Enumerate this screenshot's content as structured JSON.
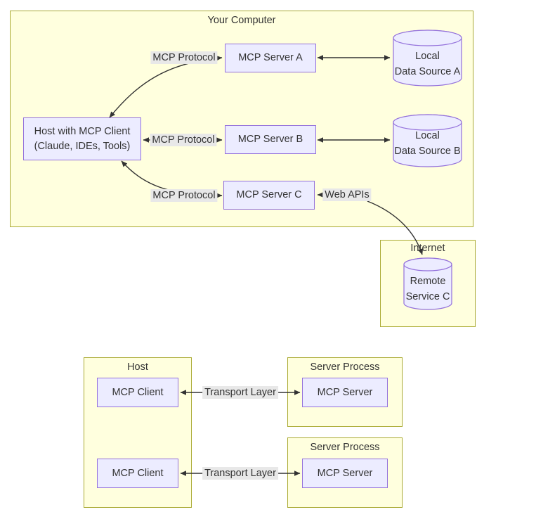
{
  "colors": {
    "container_fill": "#ffffde",
    "container_border": "#aaaa33",
    "node_fill": "#ececff",
    "node_border": "#9370db",
    "label_bg": "#e8e8e8",
    "line_color": "#333333",
    "text_color": "#333333"
  },
  "top": {
    "title": "Your Computer",
    "host": {
      "line1": "Host with MCP Client",
      "line2": "(Claude, IDEs, Tools)"
    },
    "server_a": "MCP Server A",
    "server_b": "MCP Server B",
    "server_c": "MCP Server C",
    "protocol_label_a": "MCP Protocol",
    "protocol_label_b": "MCP Protocol",
    "protocol_label_c": "MCP Protocol",
    "web_apis_label": "Web APIs",
    "data_source_a": {
      "line1": "Local",
      "line2": "Data Source A"
    },
    "data_source_b": {
      "line1": "Local",
      "line2": "Data Source B"
    }
  },
  "internet": {
    "title": "Internet",
    "remote_service": {
      "line1": "Remote",
      "line2": "Service C"
    }
  },
  "bottom": {
    "host_title": "Host",
    "server_process_1_title": "Server Process",
    "server_process_2_title": "Server Process",
    "mcp_client_1": "MCP Client",
    "mcp_client_2": "MCP Client",
    "mcp_server_1": "MCP Server",
    "mcp_server_2": "MCP Server",
    "transport_label_1": "Transport Layer",
    "transport_label_2": "Transport Layer"
  }
}
